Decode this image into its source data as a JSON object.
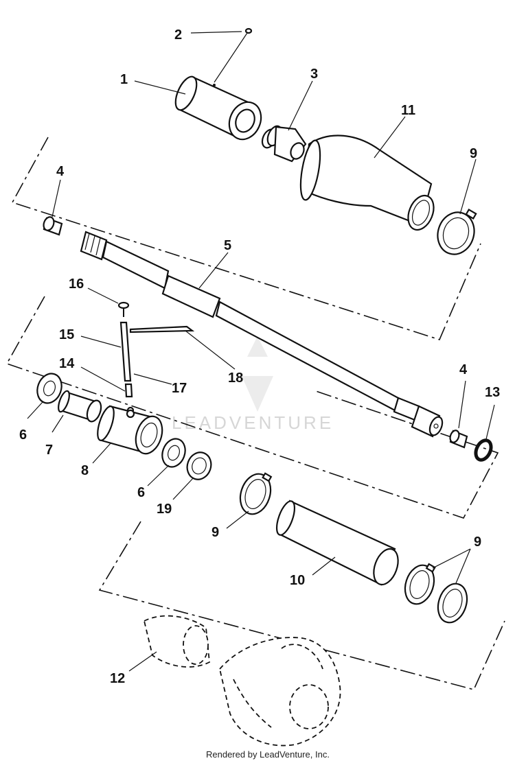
{
  "labels": {
    "l1": "1",
    "l2": "2",
    "l3": "3",
    "l4a": "4",
    "l4b": "4",
    "l5": "5",
    "l6a": "6",
    "l6b": "6",
    "l7": "7",
    "l8": "8",
    "l9a": "9",
    "l9b": "9",
    "l9c": "9",
    "l10": "10",
    "l11": "11",
    "l12": "12",
    "l13": "13",
    "l14": "14",
    "l15": "15",
    "l16": "16",
    "l17": "17",
    "l18": "18",
    "l19": "19"
  },
  "watermark": "LEADVENTURE",
  "footer": {
    "credit": "Rendered by LeadVenture, Inc."
  }
}
